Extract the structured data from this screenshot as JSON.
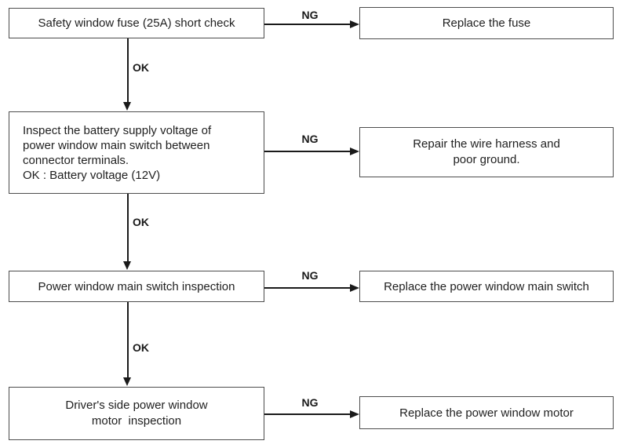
{
  "labels": {
    "ok": "OK",
    "ng": "NG"
  },
  "steps": {
    "step1": {
      "text": "Safety window fuse (25A) short check"
    },
    "step2": {
      "lines": [
        "Inspect the battery supply voltage of",
        "power window main switch between",
        "connector terminals.",
        "OK : Battery voltage (12V)"
      ]
    },
    "step3": {
      "text": "Power window main switch inspection"
    },
    "step4": {
      "lines": [
        "Driver's side power window",
        "motor  inspection"
      ]
    }
  },
  "results": {
    "result1": {
      "text": "Replace the fuse"
    },
    "result2": {
      "lines": [
        "Repair the wire harness and",
        "poor ground."
      ]
    },
    "result3": {
      "text": "Replace the power window main switch"
    },
    "result4": {
      "text": "Replace the power window motor"
    }
  },
  "colors": {
    "background": "#ffffff",
    "box_border": "#4d4d4d",
    "line": "#1a1a1a",
    "text": "#1f1f1f"
  }
}
